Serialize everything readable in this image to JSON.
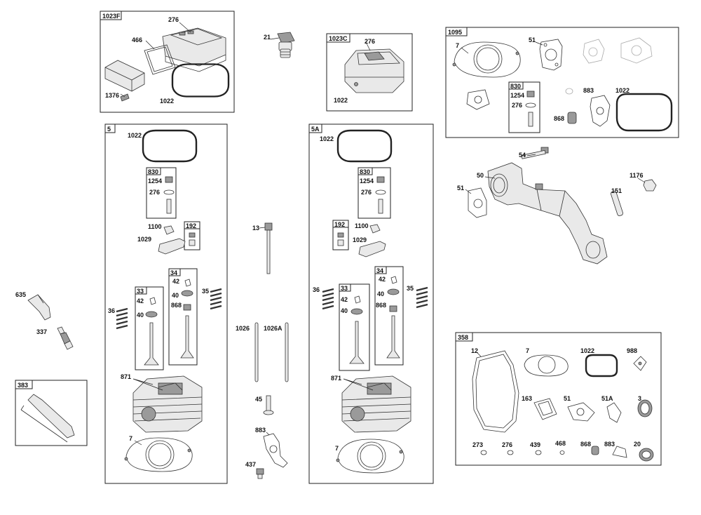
{
  "groups": {
    "g1023F": "1023F",
    "g1023C": "1023C",
    "g1095": "1095",
    "g5": "5",
    "g5A": "5A",
    "g358": "358",
    "g383": "383",
    "g830a": "830",
    "g830b": "830",
    "g830c": "830",
    "g192a": "192",
    "g192b": "192",
    "g33a": "33",
    "g33b": "33",
    "g34a": "34",
    "g34b": "34"
  },
  "parts": {
    "p276_1023F": "276",
    "p466": "466",
    "p1376": "1376",
    "p1022_1023F": "1022",
    "p21": "21",
    "p276_1023C": "276",
    "p1022_1023C": "1022",
    "p7_1095": "7",
    "p51_1095": "51",
    "p1254_1095": "1254",
    "p276_1095": "276",
    "p883_1095": "883",
    "p1022_1095": "1022",
    "p868_1095": "868",
    "p1022_5": "1022",
    "p1254_5": "1254",
    "p276_5": "276",
    "p1100_5": "1100",
    "p1029_5": "1029",
    "p42_5a": "42",
    "p40_5a": "40",
    "p868_5": "868",
    "p42_5b": "42",
    "p40_5b": "40",
    "p35_5": "35",
    "p36_5": "36",
    "p871_5": "871",
    "p7_5": "7",
    "p13": "13",
    "p1026": "1026",
    "p1026A": "1026A",
    "p45": "45",
    "p883_mid": "883",
    "p437": "437",
    "p1022_5A": "1022",
    "p1254_5A": "1254",
    "p276_5A": "276",
    "p1100_5A": "1100",
    "p1029_5A": "1029",
    "p42_5Aa": "42",
    "p40_5Aa": "40",
    "p868_5A": "868",
    "p42_5Ab": "42",
    "p40_5Ab": "40",
    "p35_5A": "35",
    "p36_5A": "36",
    "p871_5A": "871",
    "p7_5A": "7",
    "p54": "54",
    "p50": "50",
    "p51_mani": "51",
    "p1176": "1176",
    "p151": "151",
    "p635": "635",
    "p337": "337",
    "p12": "12",
    "p7_358": "7",
    "p1022_358": "1022",
    "p988": "988",
    "p163": "163",
    "p51_358": "51",
    "p51A": "51A",
    "p3": "3",
    "p273": "273",
    "p276_358": "276",
    "p439": "439",
    "p468": "468",
    "p868_358": "868",
    "p883_358": "883",
    "p20": "20"
  }
}
